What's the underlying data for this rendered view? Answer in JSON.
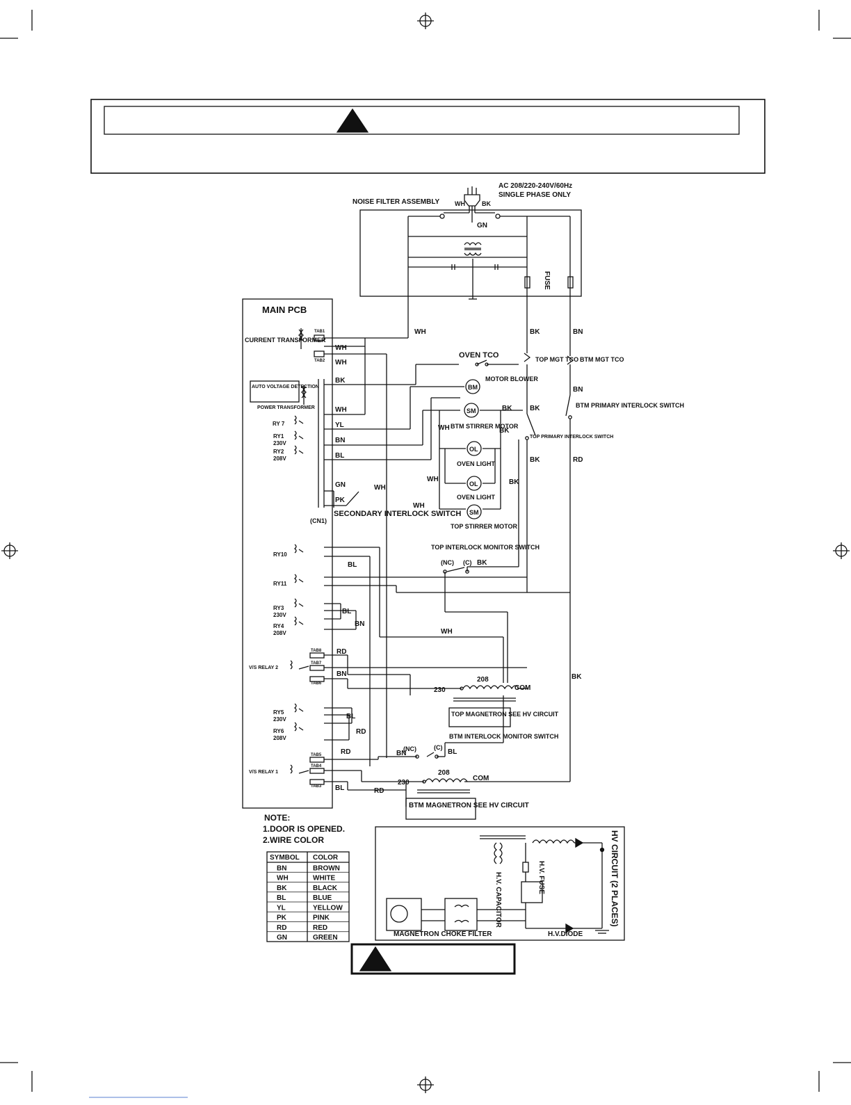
{
  "warning_box": {
    "title": "",
    "body": ""
  },
  "bottom_warning": {
    "label": ""
  },
  "supply": {
    "label_line1": "AC 208/220-240V/60Hz",
    "label_line2": "SINGLE PHASE ONLY"
  },
  "noise_filter": {
    "label": "NOISE FILTER ASSEMBLY",
    "fuse": "FUSE"
  },
  "main_pcb": {
    "title": "MAIN PCB",
    "connector": "(CN1)"
  },
  "pcb_parts": {
    "current_transformer": "CURRENT TRANSFORMER",
    "auto_voltage": "AUTO VOLTAGE DETECTION",
    "power_transformer": "POWER TRANSFORMER",
    "ry7": "RY 7",
    "ry1": "RY1",
    "ry1_v": "230V",
    "ry2": "RY2",
    "ry2_v": "208V",
    "ry10": "RY10",
    "ry11": "RY11",
    "ry3": "RY3",
    "ry3_v": "230V",
    "ry4": "RY4",
    "ry4_v": "208V",
    "vs_relay2": "V/S RELAY 2",
    "ry5": "RY5",
    "ry5_v": "230V",
    "ry6": "RY6",
    "ry6_v": "208V",
    "vs_relay1": "V/S RELAY 1"
  },
  "components": {
    "oven_tco": "OVEN TCO",
    "top_mgt_tco": "TOP MGT TCO",
    "btm_mgt_tco": "BTM MGT TCO",
    "motor_blower": "MOTOR BLOWER",
    "btm_primary": "BTM PRIMARY INTERLOCK SWITCH",
    "top_primary": "TOP PRIMARY INTERLOCK SWITCH",
    "btm_stirrer": "BTM STIRRER MOTOR",
    "oven_light": "OVEN LIGHT",
    "top_stirrer": "TOP STIRRER MOTOR",
    "secondary_interlock": "SECONDARY INTERLOCK SWITCH",
    "top_interlock_monitor": "TOP INTERLOCK MONITOR SWITCH",
    "top_magnetron": "TOP MAGNETRON SEE HV CIRCUIT",
    "btm_interlock_monitor": "BTM INTERLOCK MONITOR SWITCH",
    "btm_magnetron": "BTM MAGNETRON SEE HV CIRCUIT"
  },
  "symbols": {
    "bm": "BM",
    "sm": "SM",
    "ol": "OL",
    "com": "COM",
    "nc": "(NC)",
    "c": "(C)",
    "t230": "230",
    "t208": "208"
  },
  "note": {
    "title": "NOTE:",
    "line1": "1.DOOR IS OPENED.",
    "line2": "2.WIRE COLOR"
  },
  "color_table": {
    "headers": [
      "SYMBOL",
      "COLOR"
    ],
    "rows": [
      [
        "BN",
        "BROWN"
      ],
      [
        "WH",
        "WHITE"
      ],
      [
        "BK",
        "BLACK"
      ],
      [
        "BL",
        "BLUE"
      ],
      [
        "YL",
        "YELLOW"
      ],
      [
        "PK",
        "PINK"
      ],
      [
        "RD",
        "RED"
      ],
      [
        "GN",
        "GREEN"
      ]
    ]
  },
  "hv_circuit": {
    "title": "HV CIRCUIT (2 PLACES)",
    "capacitor": "H.V. CAPACITOR",
    "fuse": "H.V. FUSE",
    "choke": "MAGNETRON CHOKE FILTER",
    "diode": "H.V.DIODE"
  },
  "wire_labels": {
    "wh": "WH",
    "bk": "BK",
    "bn": "BN",
    "gn": "GN",
    "bl": "BL",
    "yl": "YL",
    "pk": "PK",
    "rd": "RD"
  },
  "tabs": {
    "tab1": "TAB1",
    "tab2": "TAB2",
    "tab3": "TAB3",
    "tab4": "TAB4",
    "tab5": "TAB5",
    "tab6": "TAB6",
    "tab7": "TAB7",
    "tab8": "TAB8"
  }
}
